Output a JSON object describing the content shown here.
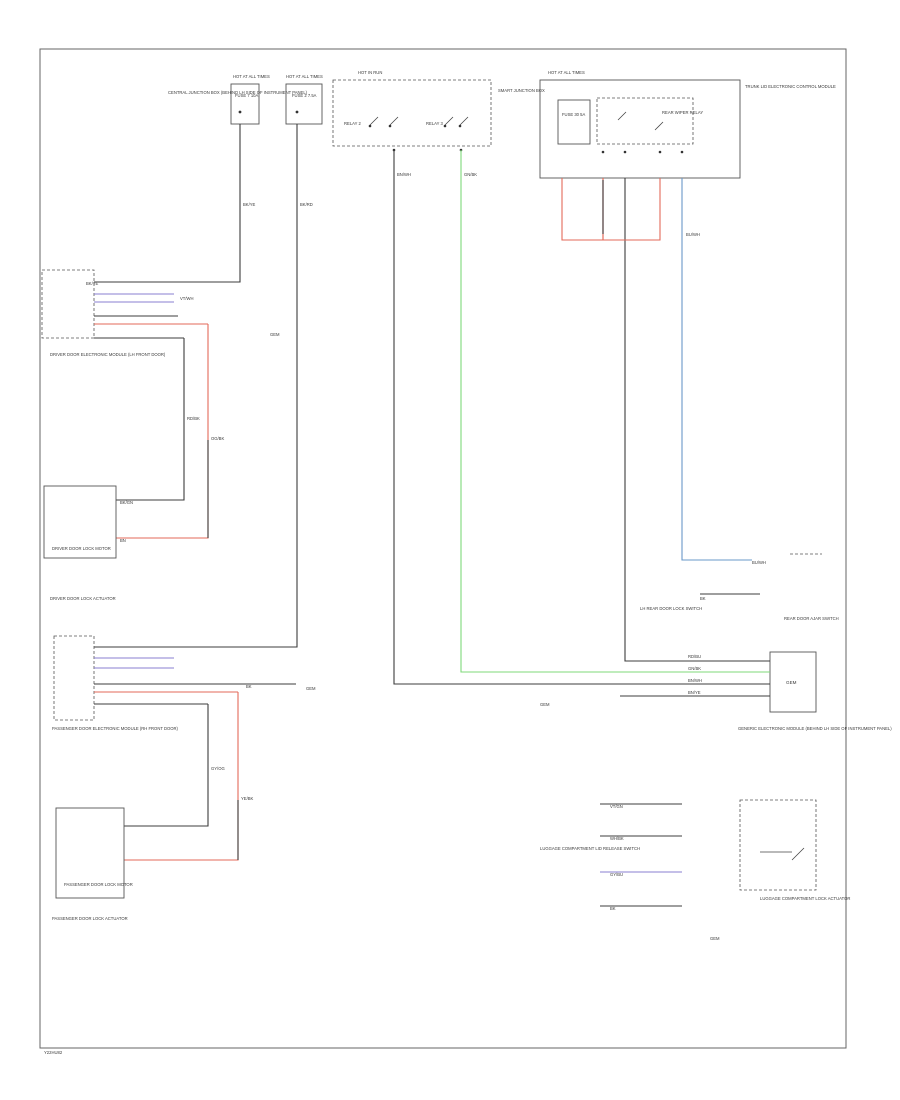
{
  "footer_code": "Y22HU82",
  "colors": {
    "wire_default": "#3c3c3c",
    "wire_red": "#e36a5a",
    "wire_green": "#7fd87a",
    "wire_blue": "#6a98c8",
    "wire_violet": "#8a7fd0"
  },
  "components": {
    "hot_at_all_times_a": "HOT AT ALL TIMES",
    "fuse_a": "FUSE 7 10A",
    "hot_at_all_times_b": "HOT AT ALL TIMES",
    "fuse_b": "FUSE 2 7.5A",
    "central_junction_box": "CENTRAL JUNCTION BOX (BEHIND LH SIDE OF INSTRUMENT PANEL)",
    "hot_in_run": "HOT IN RUN",
    "hot_at_all_times_c": "HOT AT ALL TIMES",
    "relay_a": "RELAY 2",
    "relay_b": "RELAY 3",
    "smart_jb": "SMART JUNCTION BOX",
    "fuse_c": "FUSE 30 5A",
    "trunk_module": "TRUNK LID ELECTRONIC CONTROL MODULE",
    "rear_wiper_relay": "REAR WIPER RELAY",
    "drv_door_module": "DRIVER DOOR ELECTRONIC MODULE (LH FRONT DOOR)",
    "drv_lock_motor": "DRIVER DOOR LOCK MOTOR",
    "drv_lock_actuator": "DRIVER DOOR LOCK ACTUATOR",
    "pass_door_module": "PASSENGER DOOR ELECTRONIC MODULE (RH FRONT DOOR)",
    "pass_lock_motor": "PASSENGER DOOR LOCK MOTOR",
    "pass_lock_actuator": "PASSENGER DOOR LOCK ACTUATOR",
    "gem": "GENERIC ELECTRONIC MODULE (BEHIND LH SIDE OF INSTRUMENT PANEL)",
    "gem_tag": "GEM",
    "lh_rear_door_switch": "LH REAR DOOR LOCK SWITCH",
    "rear_door_switch": "REAR DOOR AJAR SWITCH",
    "luggage_release_switch": "LUGGAGE COMPARTMENT LID RELEASE SWITCH",
    "luggage_lock_motor": "LUGGAGE COMPARTMENT LOCK ACTUATOR"
  },
  "wire_labels": {
    "w1": "BK/YE",
    "w2": "BK/RD",
    "w3": "BN/WH",
    "w4": "GN/BK",
    "w5": "VT/WH",
    "w6": "RD/BK",
    "w7": "OG/BK",
    "w8": "BK/GN",
    "w9": "BN",
    "w10": "BK",
    "w11": "GY/OG",
    "w12": "YE/BK",
    "w13": "BU/WH",
    "w14": "RD/BU",
    "w15": "BN/YE",
    "w16": "VT/GN",
    "w17": "WH/BK",
    "w18": "GY/BU"
  }
}
